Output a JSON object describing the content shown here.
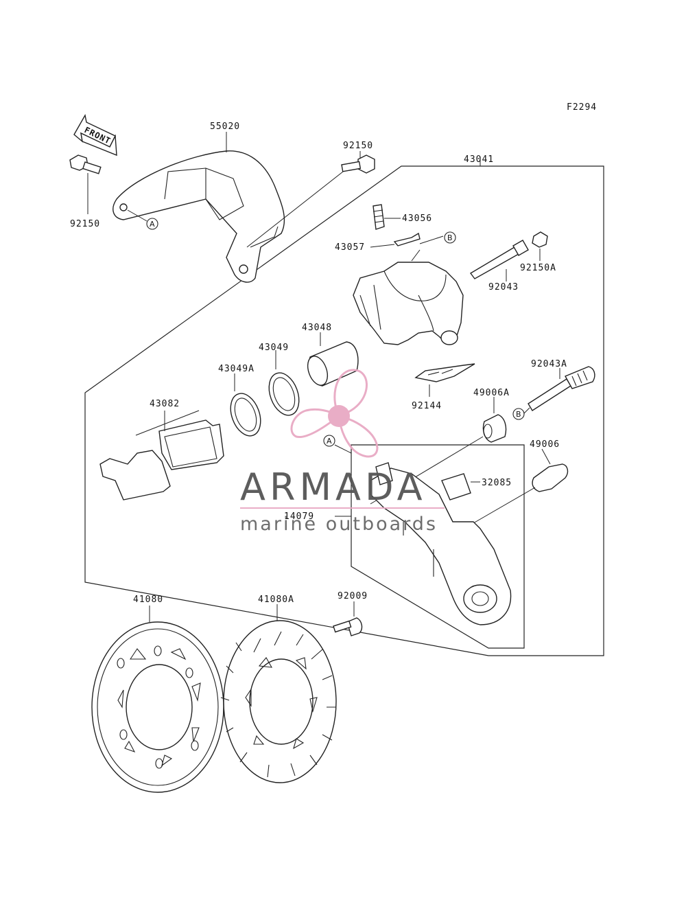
{
  "figure_code": "F2294",
  "front_label": "FRONT",
  "parts": {
    "p55020": "55020",
    "p92150_left": "92150",
    "p92150_top": "92150",
    "p43041": "43041",
    "p43056": "43056",
    "p43057": "43057",
    "p92043": "92043",
    "p92150A": "92150A",
    "p43048": "43048",
    "p43049": "43049",
    "p43049A": "43049A",
    "p43082": "43082",
    "p92144": "92144",
    "p92043A": "92043A",
    "p49006A": "49006A",
    "p49006": "49006",
    "p32085": "32085",
    "p14079": "14079",
    "p41080": "41080",
    "p41080A": "41080A",
    "p92009": "92009"
  },
  "callouts": {
    "a_bracket": "A",
    "b_caliper": "B",
    "a_holder": "A",
    "b_pin": "B"
  },
  "watermark": {
    "brand": "ARMADA",
    "tagline": "marine outboards",
    "color_pink": "#e8a9c3",
    "color_pink_dark": "#d98aae",
    "color_gray": "#555555"
  }
}
